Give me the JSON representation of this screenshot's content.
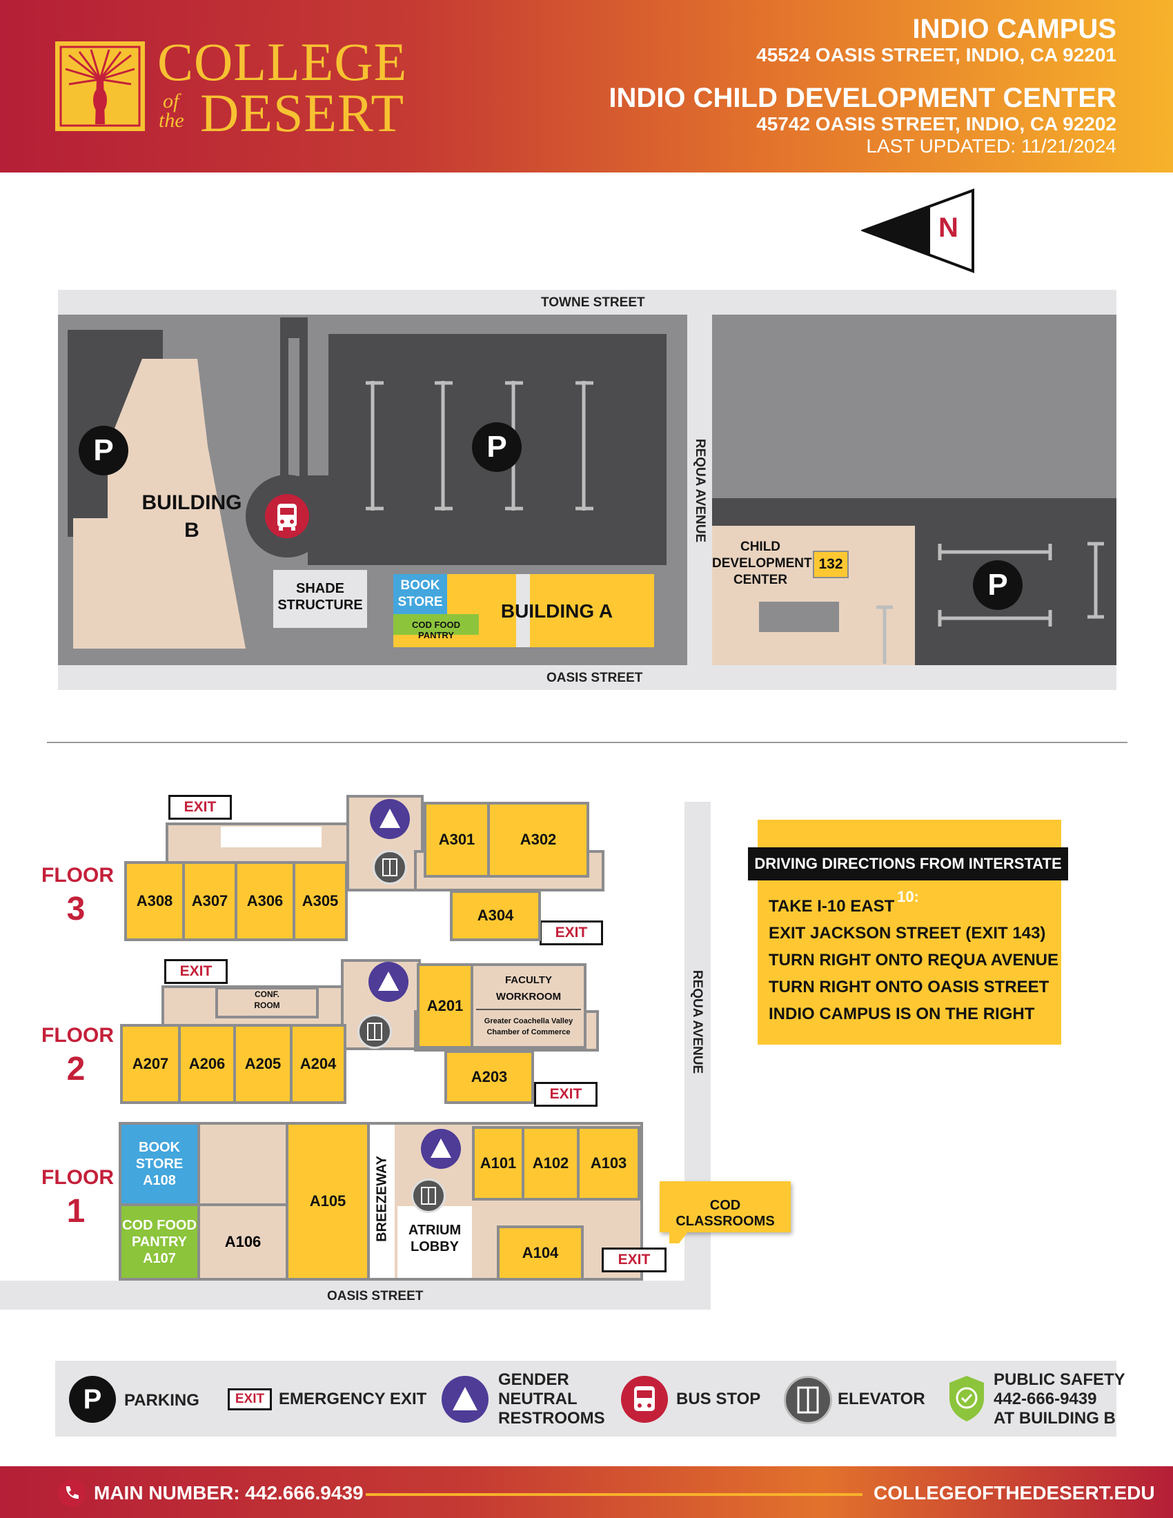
{
  "header": {
    "logo_line1": "COLLEGE",
    "logo_of": "of",
    "logo_the": "the",
    "logo_line2": "DESERT",
    "campus_name": "INDIO CAMPUS",
    "campus_address": "45524 OASIS STREET, INDIO, CA 92201",
    "cdc_name": "INDIO CHILD DEVELOPMENT CENTER",
    "cdc_address": "45742 OASIS STREET, INDIO, CA 92202",
    "updated": "LAST UPDATED: 11/21/2024"
  },
  "compass": {
    "label": "N"
  },
  "site_map": {
    "towne_street": "TOWNE STREET",
    "oasis_street": "OASIS STREET",
    "requa_avenue": "REQUA AVENUE",
    "building_b_line1": "BUILDING",
    "building_b_line2": "B",
    "shade_line1": "SHADE",
    "shade_line2": "STRUCTURE",
    "bookstore_line1": "BOOK",
    "bookstore_line2": "STORE",
    "food_pantry": "COD FOOD PANTRY",
    "building_a": "BUILDING A",
    "cdc_line1": "CHILD",
    "cdc_line2": "DEVELOPMENT",
    "cdc_line3": "CENTER",
    "cdc_room": "132",
    "parking_symbol": "P"
  },
  "floor_plan": {
    "floor_word": "FLOOR",
    "exit_label": "EXIT",
    "requa_avenue": "REQUA AVENUE",
    "oasis_street": "OASIS STREET",
    "floor3": {
      "number": "3",
      "rooms": [
        "A301",
        "A302",
        "A308",
        "A307",
        "A306",
        "A305",
        "A304"
      ]
    },
    "floor2": {
      "number": "2",
      "conf_line1": "CONF.",
      "conf_line2": "ROOM",
      "faculty_line1": "FACULTY",
      "faculty_line2": "WORKROOM",
      "chamber_line1": "Greater Coachella Valley",
      "chamber_line2": "Chamber of Commerce",
      "rooms": [
        "A201",
        "A207",
        "A206",
        "A205",
        "A204",
        "A203"
      ]
    },
    "floor1": {
      "number": "1",
      "bookstore": [
        "BOOK",
        "STORE",
        "A108"
      ],
      "pantry": [
        "COD FOOD",
        "PANTRY",
        "A107"
      ],
      "rooms": [
        "A105",
        "A106",
        "A101",
        "A102",
        "A103",
        "A104"
      ],
      "breezeway": "BREEZEWAY",
      "atrium_line1": "ATRIUM",
      "atrium_line2": "LOBBY",
      "callout": "COD CLASSROOMS"
    }
  },
  "directions": {
    "title": "DRIVING DIRECTIONS FROM INTERSTATE 10:",
    "steps": [
      "TAKE I-10 EAST",
      "EXIT JACKSON STREET (EXIT 143)",
      "TURN RIGHT ONTO REQUA AVENUE",
      "TURN RIGHT ONTO OASIS STREET",
      "INDIO CAMPUS IS ON THE RIGHT"
    ]
  },
  "legend": {
    "parking": "PARKING",
    "exit_box": "EXIT",
    "emergency_exit": "EMERGENCY EXIT",
    "restrooms": [
      "GENDER",
      "NEUTRAL",
      "RESTROOMS"
    ],
    "bus_stop": "BUS STOP",
    "elevator": "ELEVATOR",
    "public_safety": [
      "PUBLIC SAFETY",
      "442-666-9439",
      "AT BUILDING B"
    ]
  },
  "footer": {
    "main_number": "MAIN NUMBER: 442.666.9439",
    "website": "COLLEGEOFTHEDESERT.EDU"
  },
  "colors": {
    "brand_red": "#b51f37",
    "brand_gold": "#f7c232",
    "building_yellow": "#ffc832",
    "bookstore_blue": "#43a6dd",
    "pantry_green": "#8cc43c",
    "restroom_purple": "#4e3c97"
  },
  "icons": [
    "parking-icon",
    "bus-icon",
    "restroom-icon",
    "elevator-icon",
    "shield-check-icon",
    "phone-icon",
    "north-arrow-icon",
    "palm-tree-icon"
  ]
}
